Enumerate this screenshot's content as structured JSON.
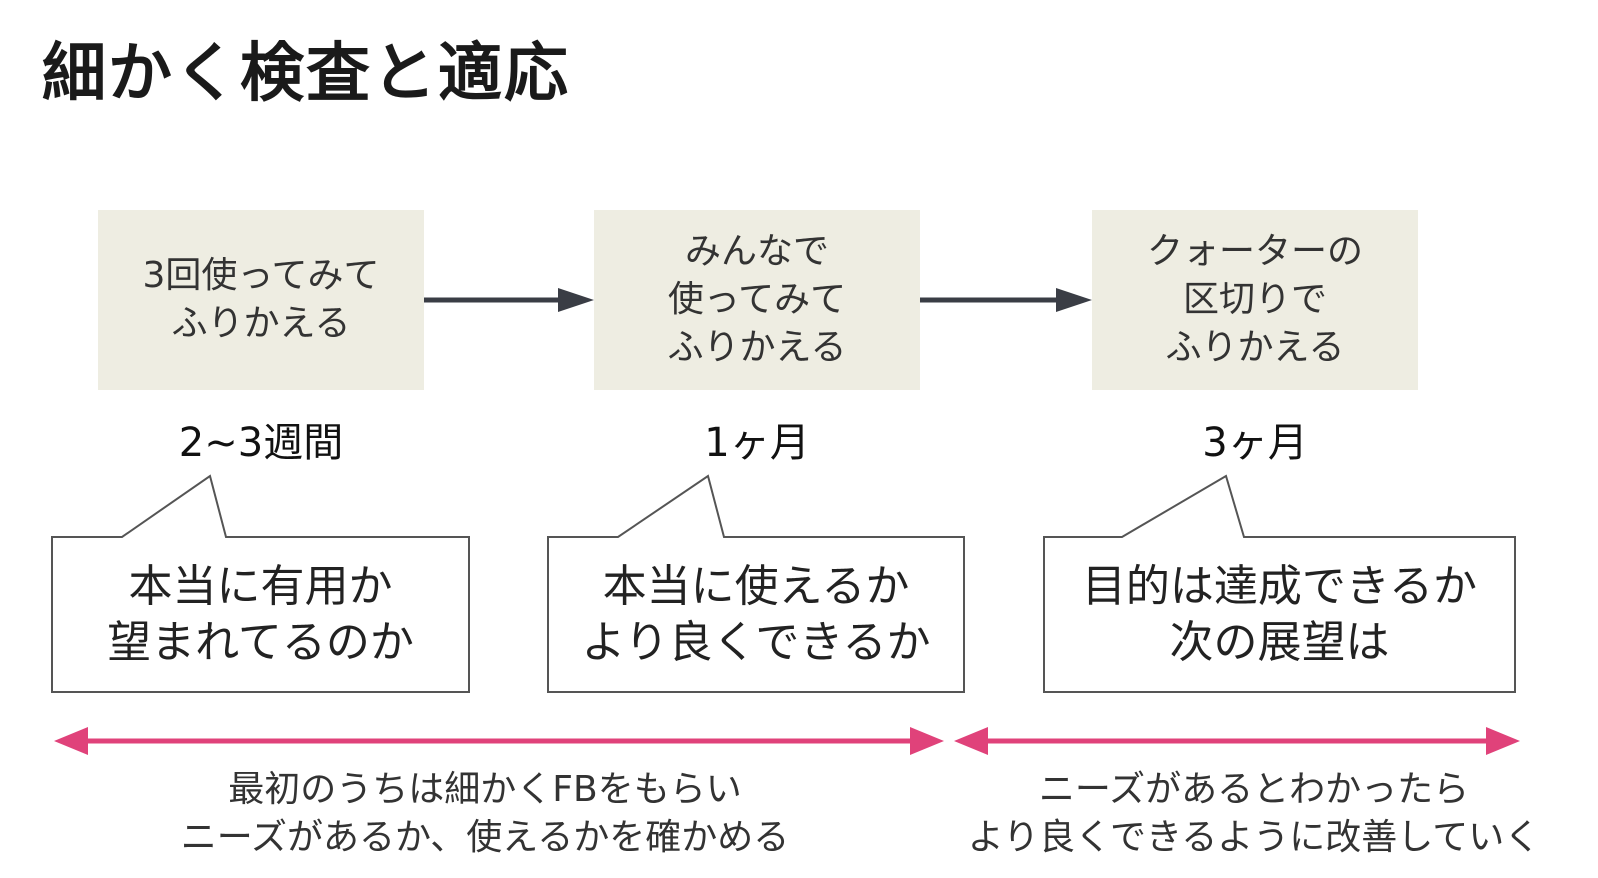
{
  "title": "細かく検査と適応",
  "colors": {
    "step_bg": "#eeede2",
    "arrow": "#3a3d45",
    "span_arrow": "#e0427a",
    "bubble_border": "#555555"
  },
  "steps": [
    {
      "lines": [
        "3回使ってみて",
        "ふりかえる"
      ],
      "duration": "2~3週間",
      "bubble": [
        "本当に有用か",
        "望まれてるのか"
      ]
    },
    {
      "lines": [
        "みんなで",
        "使ってみて",
        "ふりかえる"
      ],
      "duration": "1ヶ月",
      "bubble": [
        "本当に使えるか",
        "より良くできるか"
      ]
    },
    {
      "lines": [
        "クォーターの",
        "区切りで",
        "ふりかえる"
      ],
      "duration": "3ヶ月",
      "bubble": [
        "目的は達成できるか",
        "次の展望は"
      ]
    }
  ],
  "phases": [
    {
      "lines": [
        "最初のうちは細かくFBをもらい",
        "ニーズがあるか、使えるかを確かめる"
      ]
    },
    {
      "lines": [
        "ニーズがあるとわかったら",
        "より良くできるように改善していく"
      ]
    }
  ]
}
